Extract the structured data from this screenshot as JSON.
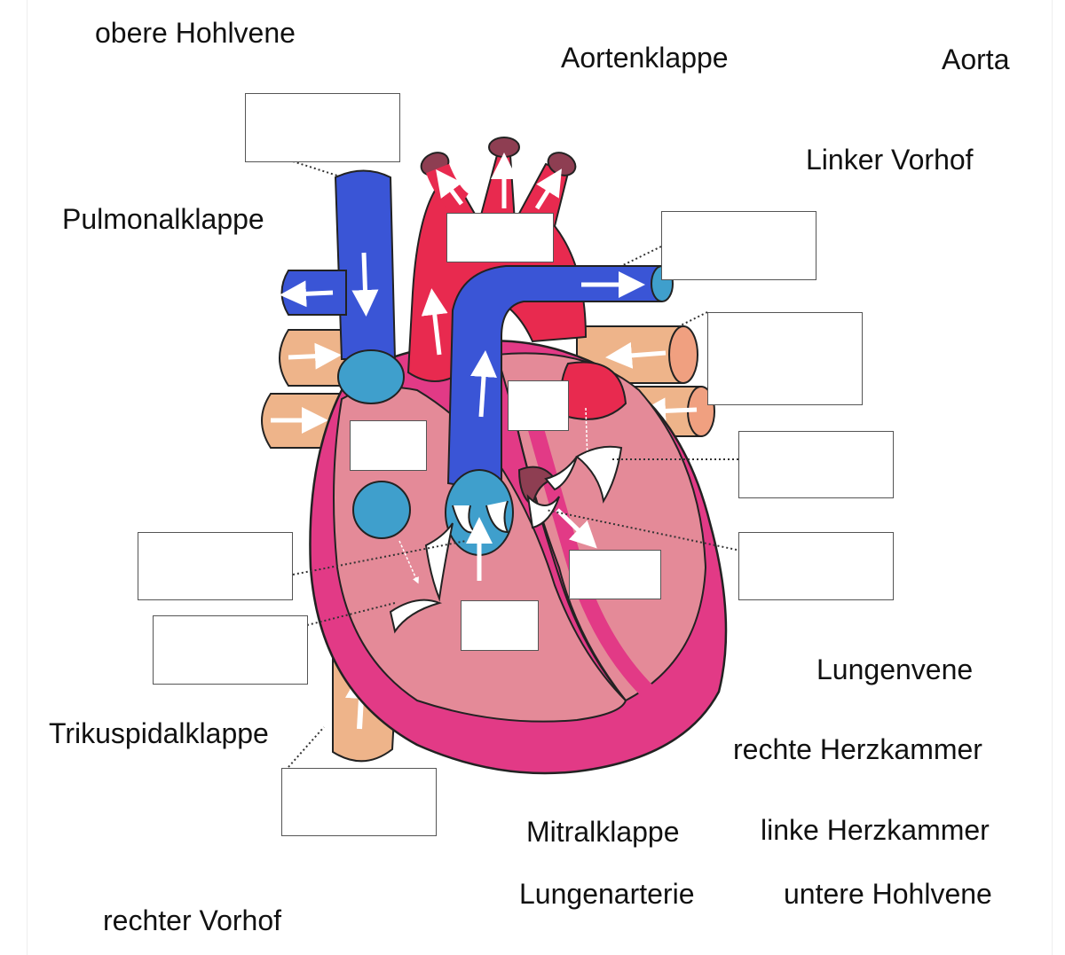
{
  "word_bank": [
    "obere Hohlvene",
    "Aortenklappe",
    "Aorta",
    "Linker Vorhof",
    "Pulmonalklappe",
    "Lungenvene",
    "Trikuspidalklappe",
    "rechte Herzkammer",
    "Mitralklappe",
    "linke Herzkammer",
    "Lungenarterie",
    "untere Hohlvene",
    "rechter Vorhof"
  ],
  "answer_boxes": [
    "",
    "",
    "",
    "",
    "",
    "",
    "",
    "",
    "",
    "",
    "",
    "",
    ""
  ],
  "colors": {
    "deoxygenated_blue": "#3a55d6",
    "valve_cyan": "#3f9fcc",
    "oxygenated_red": "#e82a4f",
    "heart_wall": "#e23a86",
    "chamber_pink": "#e48a98",
    "vein_tan": "#eeb48a",
    "dark_vessel": "#8e3e52"
  },
  "icons": [
    "flow-arrow-icon",
    "valve-icon"
  ]
}
